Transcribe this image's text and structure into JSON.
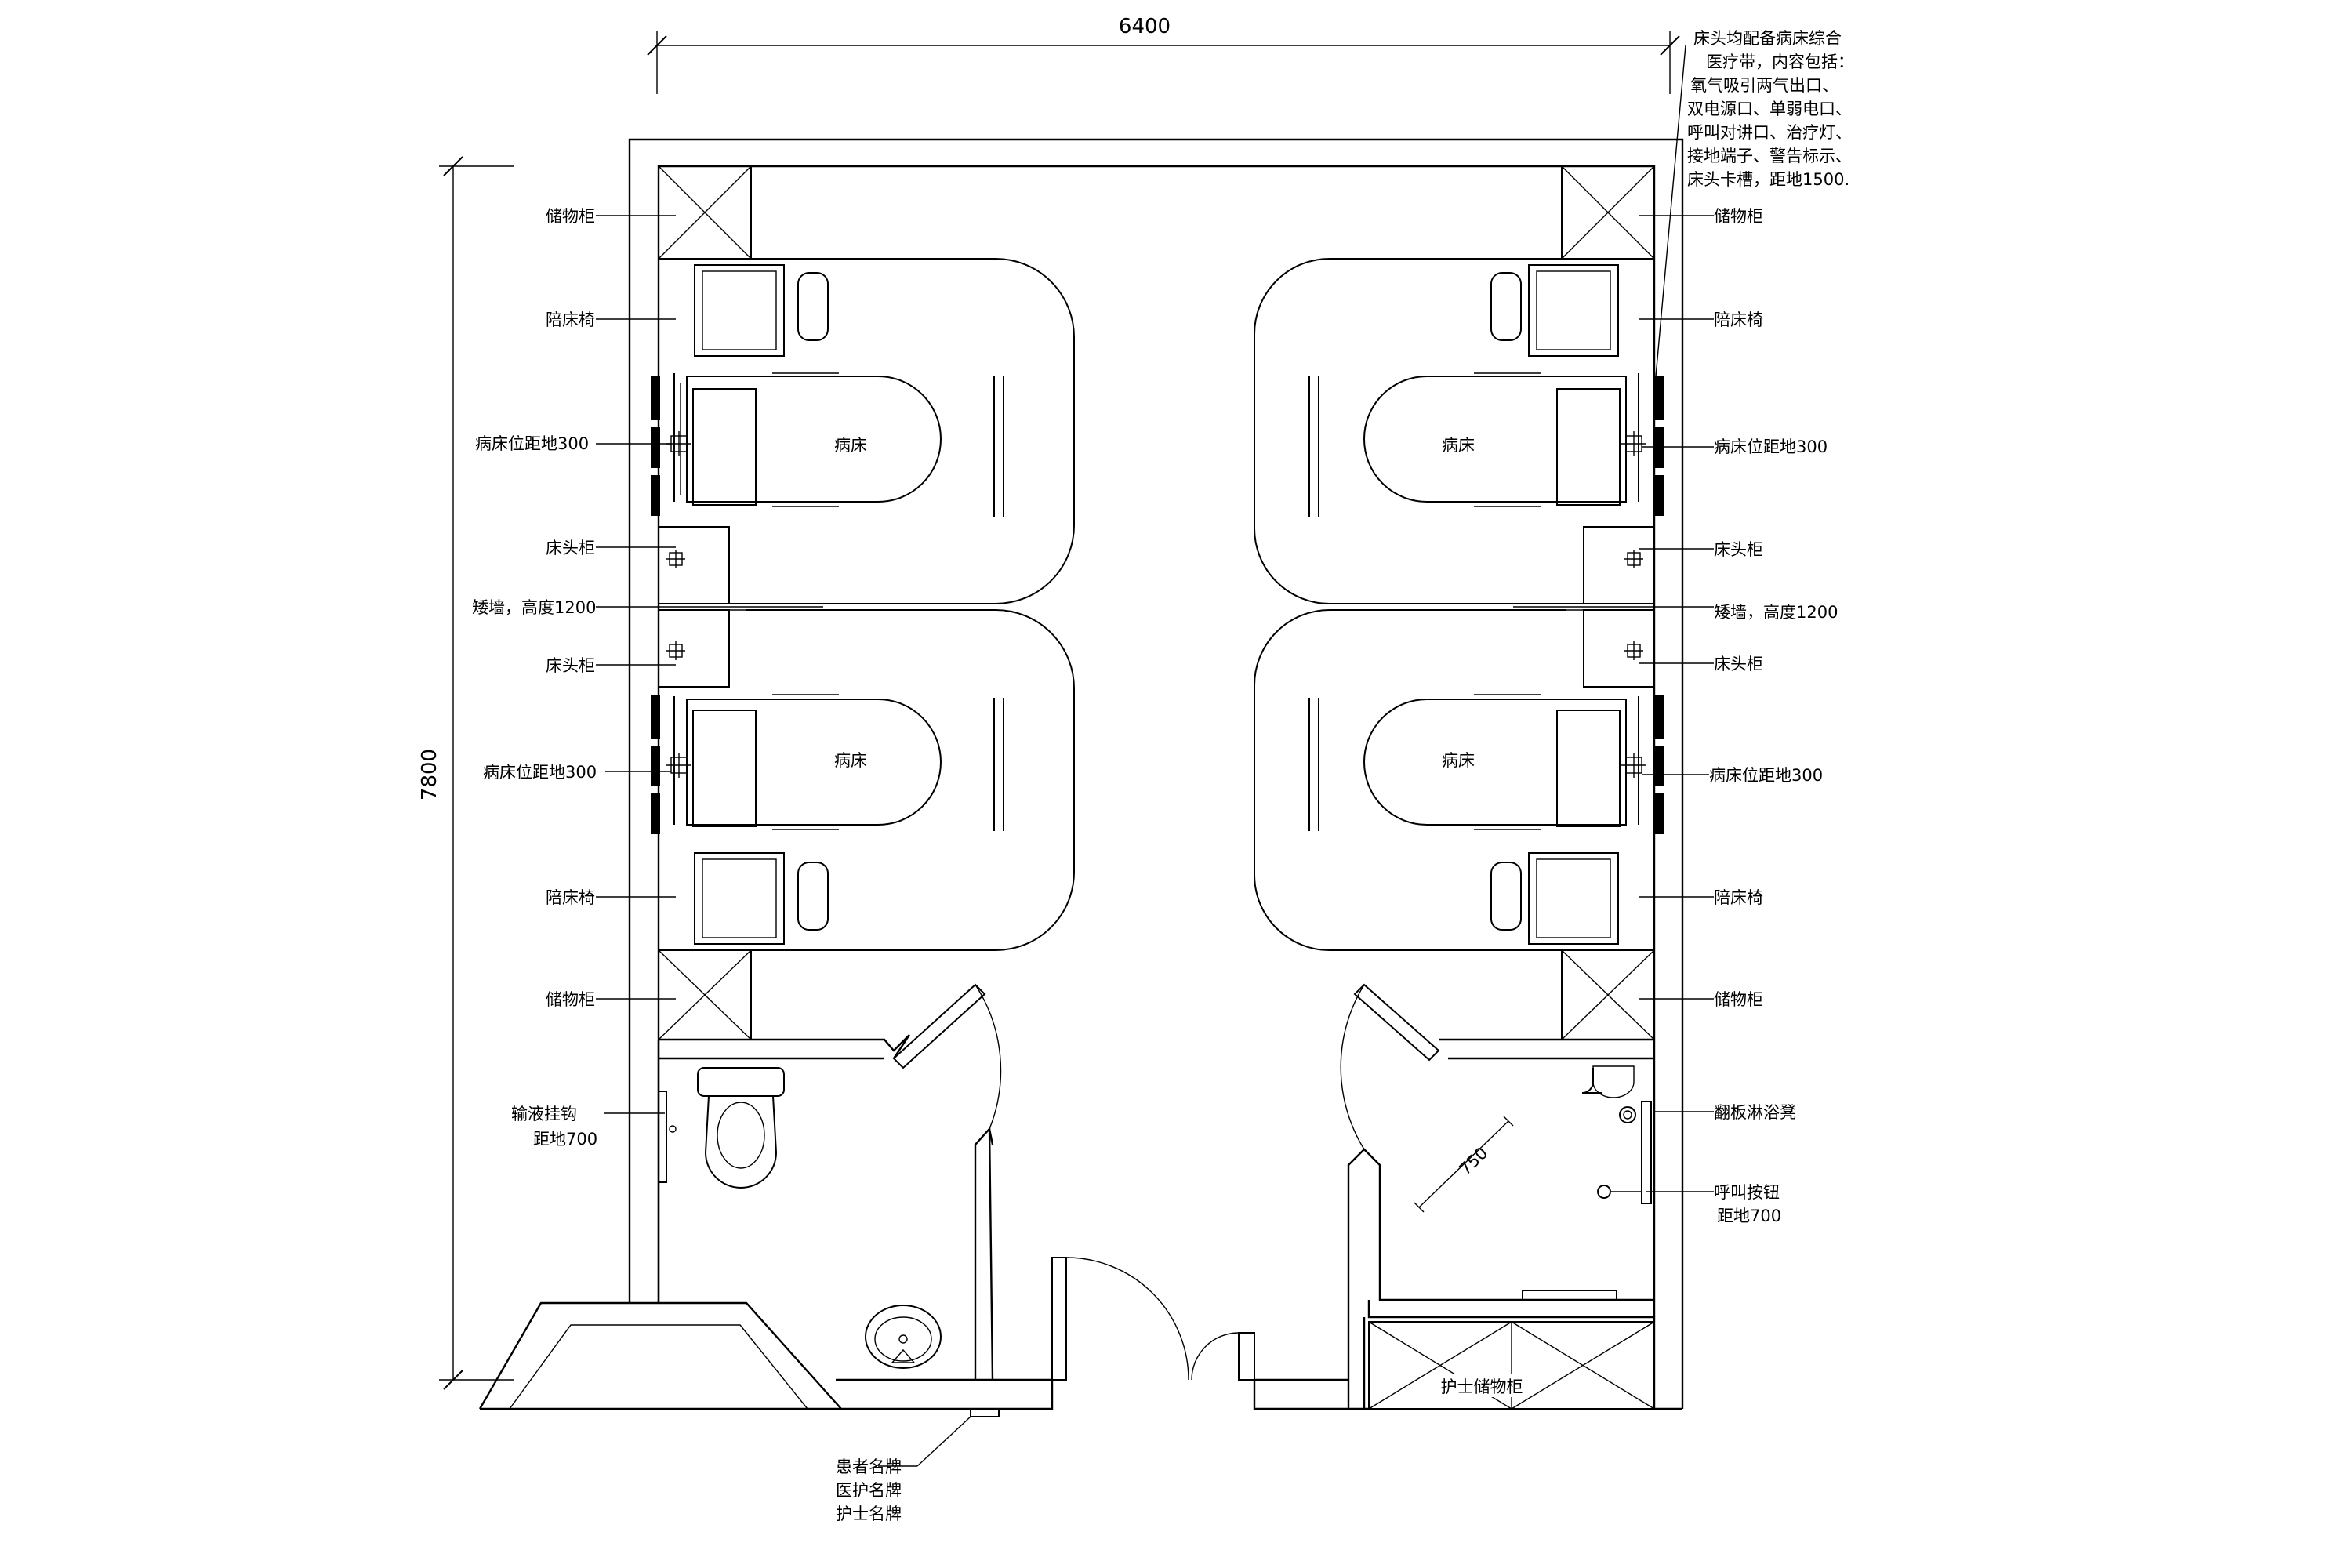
{
  "dimensions": {
    "width": "6400",
    "height": "7800"
  },
  "note": [
    "床头均配备病床综合",
    "医疗带，内容包括：",
    "氧气吸引两气出口、",
    "双电源口、单弱电口、",
    "呼叫对讲口、治疗灯、",
    "接地端子、警告标示、",
    "床头卡槽，距地1500."
  ],
  "left_labels": {
    "storage_top": "储物柜",
    "chair_top": "陪床椅",
    "bed_pos_top": "病床位距地300",
    "nightstand_top": "床头柜",
    "low_wall": "矮墙，高度1200",
    "nightstand_bottom": "床头柜",
    "bed_pos_bottom": "病床位距地300",
    "chair_bottom": "陪床椅",
    "storage_bottom": "储物柜",
    "iv_hook": "输液挂钩",
    "iv_hook_height": "距地700"
  },
  "right_labels": {
    "storage_top": "储物柜",
    "chair_top": "陪床椅",
    "bed_pos_top": "病床位距地300",
    "nightstand_top": "床头柜",
    "low_wall": "矮墙，高度1200",
    "nightstand_bottom": "床头柜",
    "bed_pos_bottom": "病床位距地300",
    "chair_bottom": "陪床椅",
    "storage_bottom": "储物柜",
    "shower_stool": "翻板淋浴凳",
    "call_button": "呼叫按钮",
    "call_button_height": "距地700"
  },
  "bed_label": "病床",
  "nurse_cabinet": "护士储物柜",
  "shower_dim": "750",
  "door_signs": [
    "患者名牌",
    "医护名牌",
    "护士名牌"
  ]
}
